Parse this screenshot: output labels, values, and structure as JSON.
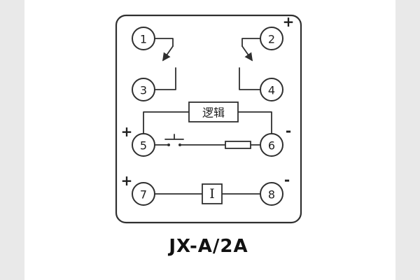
{
  "diagram": {
    "model_label": "JX-A/2A",
    "boxes": {
      "logic": "逻辑",
      "current": "I"
    },
    "terminals": {
      "t1": "1",
      "t2": "2",
      "t3": "3",
      "t4": "4",
      "t5": "5",
      "t6": "6",
      "t7": "7",
      "t8": "8"
    },
    "polarity": {
      "t2": "+",
      "t5": "+",
      "t6": "-",
      "t7": "+",
      "t8": "-"
    },
    "colors": {
      "line": "#2f2f2f",
      "canvas_margin": "#e9e9e9",
      "panel": "#ffffff"
    }
  }
}
